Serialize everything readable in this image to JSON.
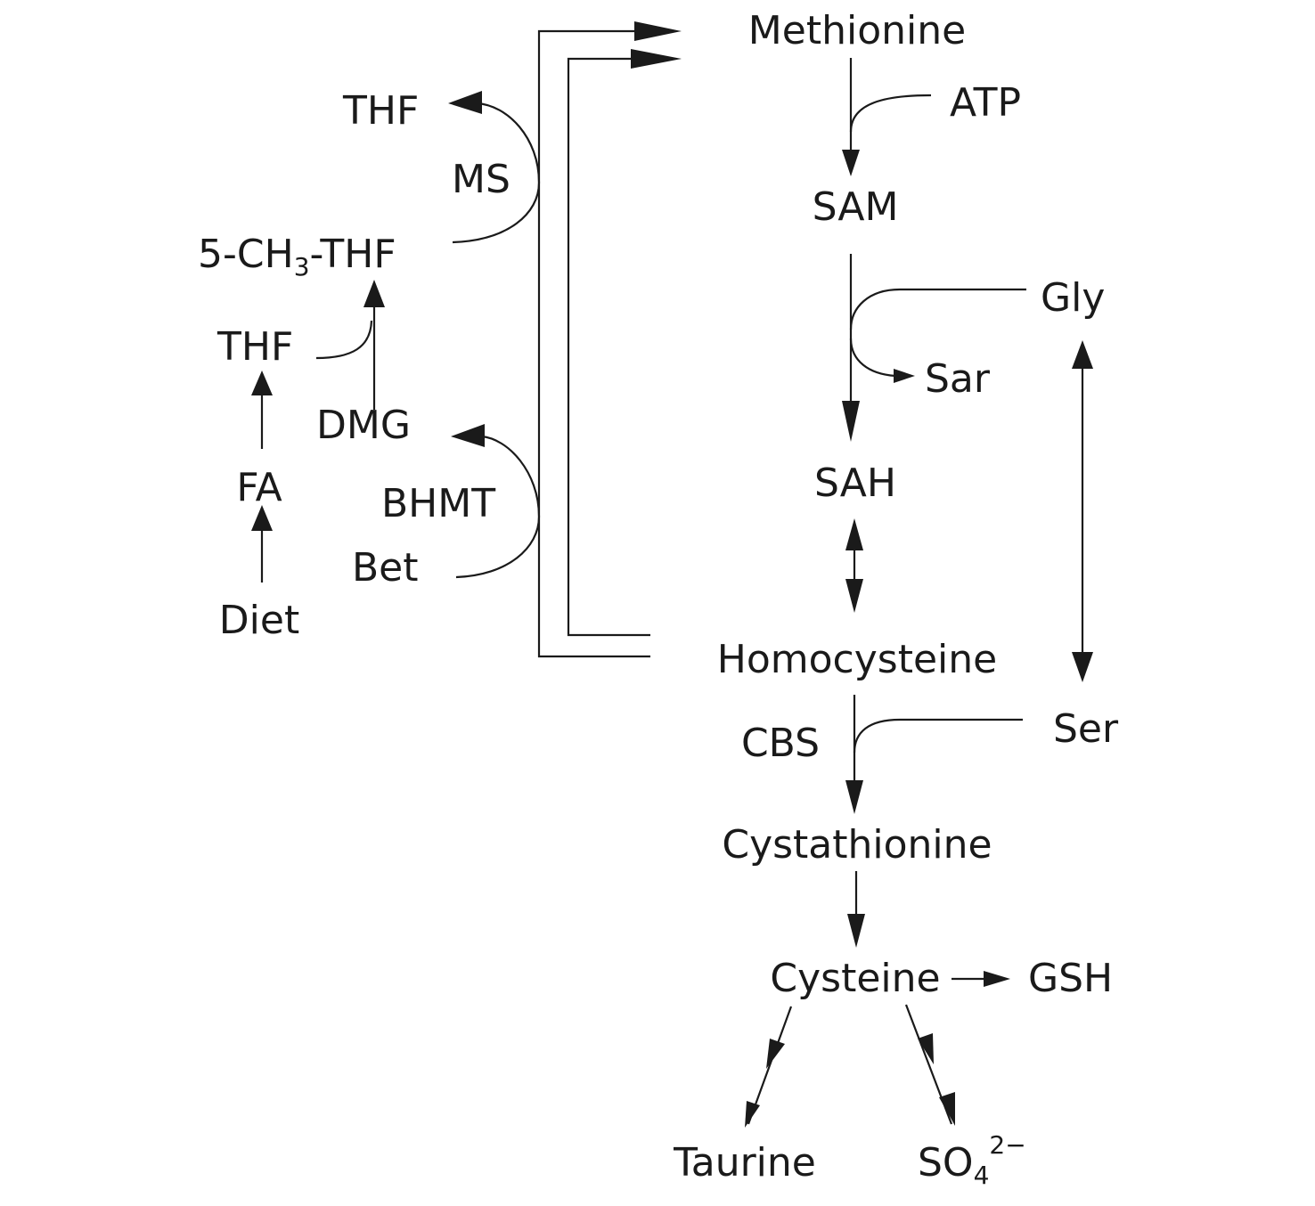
{
  "labels": {
    "methionine": "Methionine",
    "atp": "ATP",
    "sam": "SAM",
    "gly": "Gly",
    "sar": "Sar",
    "sah": "SAH",
    "homocysteine": "Homocysteine",
    "cbs": "CBS",
    "ser": "Ser",
    "cystathionine": "Cystathionine",
    "cysteine": "Cysteine",
    "gsh": "GSH",
    "taurine": "Taurine",
    "sulfate": {
      "base": "SO",
      "sub": "4",
      "sup": "2−"
    },
    "thf_top": "THF",
    "ms": "MS",
    "methyl_thf": {
      "prefix": "5-CH",
      "sub": "3",
      "suffix": "-THF"
    },
    "thf_mid": "THF",
    "dmg": "DMG",
    "fa": "FA",
    "bhmt": "BHMT",
    "bet": "Bet",
    "diet": "Diet"
  },
  "colors": {
    "ink": "#1a1a1a",
    "background": "#ffffff"
  }
}
